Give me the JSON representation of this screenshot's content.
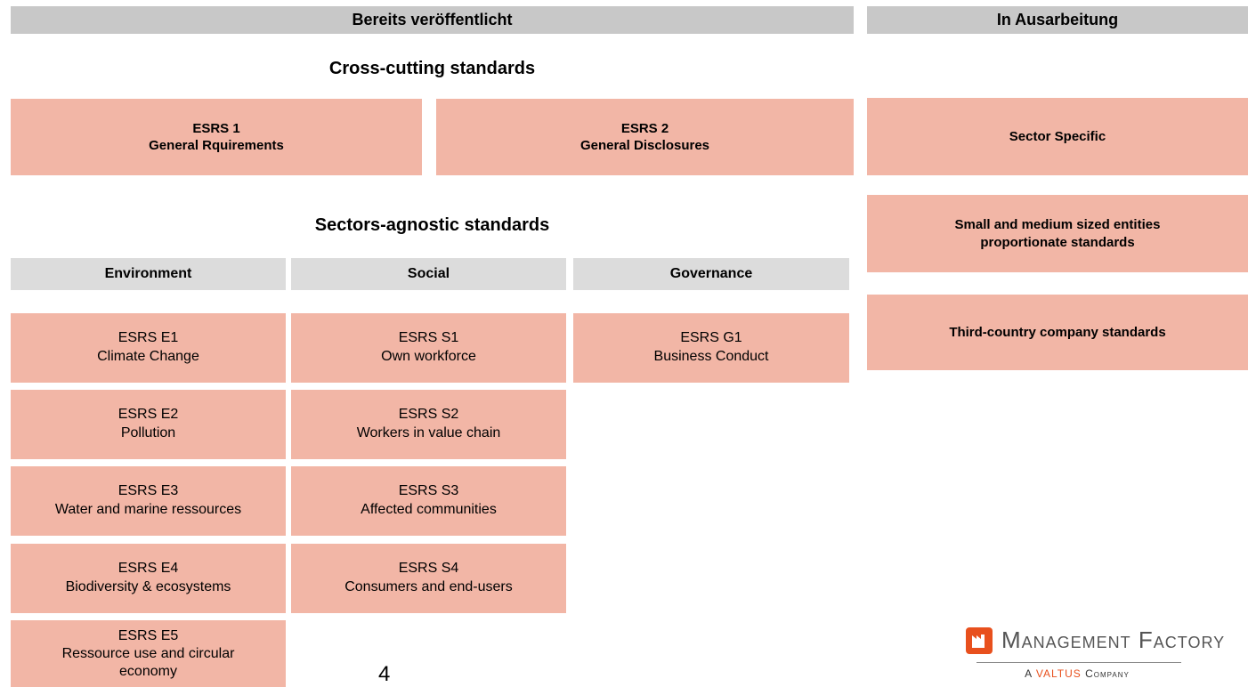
{
  "headers": {
    "published": "Bereits veröffentlicht",
    "in_progress": "In Ausarbeitung"
  },
  "sections": {
    "cross_cutting": "Cross-cutting standards",
    "sector_agnostic": "Sectors-agnostic standards"
  },
  "cross_cutting": [
    {
      "code": "ESRS 1",
      "name": "General Rquirements"
    },
    {
      "code": "ESRS 2",
      "name": "General Disclosures"
    }
  ],
  "categories": {
    "environment": "Environment",
    "social": "Social",
    "governance": "Governance"
  },
  "environment": [
    {
      "code": "ESRS E1",
      "name": "Climate Change"
    },
    {
      "code": "ESRS E2",
      "name": "Pollution"
    },
    {
      "code": "ESRS E3",
      "name": "Water and marine ressources"
    },
    {
      "code": "ESRS E4",
      "name": "Biodiversity & ecosystems"
    },
    {
      "code": "ESRS E5",
      "name": "Ressource use and circular economy"
    }
  ],
  "social": [
    {
      "code": "ESRS S1",
      "name": "Own workforce"
    },
    {
      "code": "ESRS S2",
      "name": "Workers in value chain"
    },
    {
      "code": "ESRS S3",
      "name": "Affected communities"
    },
    {
      "code": "ESRS S4",
      "name": "Consumers and end-users"
    }
  ],
  "governance": [
    {
      "code": "ESRS G1",
      "name": "Business Conduct"
    }
  ],
  "in_progress_items": {
    "sector_specific": "Sector Specific",
    "sme_line1": "Small and medium sized entities",
    "sme_line2": "proportionate standards",
    "third_country": "Third-country company standards"
  },
  "page_number": "4",
  "logo": {
    "name": "Management Factory",
    "tagline_prefix": "A ",
    "tagline_brand": "VALTUS",
    "tagline_suffix": " Company"
  },
  "colors": {
    "box": "#f2b6a6",
    "header": "#c8c8c8",
    "category": "#dcdcdc",
    "brand": "#e8501d"
  }
}
